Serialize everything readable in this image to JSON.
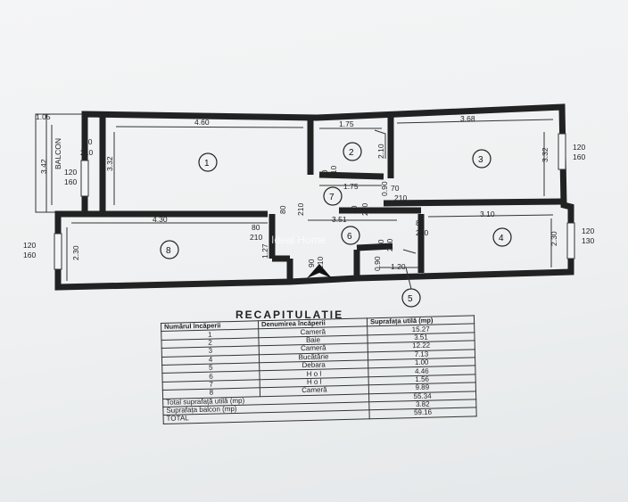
{
  "plan": {
    "balcony_label": "BALCON",
    "rooms": [
      {
        "num": "1"
      },
      {
        "num": "2"
      },
      {
        "num": "3"
      },
      {
        "num": "4"
      },
      {
        "num": "5"
      },
      {
        "num": "6"
      },
      {
        "num": "7"
      },
      {
        "num": "8"
      }
    ],
    "dims": {
      "balcony_width": "1.05",
      "balcony_height": "3.42",
      "room1_width": "4.60",
      "room1_height": "3.32",
      "room2_width": "1.75",
      "room2_width_lower": "1.75",
      "room2_height": "2.10",
      "room3_width": "3.68",
      "room3_height": "3.32",
      "room8_width": "4.30",
      "room8_height": "2.30",
      "hall_width": "3.51",
      "room4_width": "3.10",
      "room4_height": "2.30",
      "room5_width": "1.20",
      "door_70": "70",
      "door_210": "210",
      "door_80": "80",
      "door_90": "90",
      "door_60": "60",
      "door_120": "120",
      "win_160": "160",
      "win_130": "130",
      "wall_090": "0.90",
      "dim_127": "1.27",
      "dim_120": "120"
    },
    "compass": "north-arrow"
  },
  "watermark": "Ideal Home",
  "recap": {
    "title": "RECAPITULATIE",
    "headers": [
      "Numărul încăperii",
      "Denumirea încăperii",
      "Suprafața utilă (mp)"
    ],
    "rows": [
      {
        "n": "1",
        "name": "Cameră",
        "area": "15.27"
      },
      {
        "n": "2",
        "name": "Baie",
        "area": "3.51"
      },
      {
        "n": "3",
        "name": "Cameră",
        "area": "12.22"
      },
      {
        "n": "4",
        "name": "Bucătărie",
        "area": "7.13"
      },
      {
        "n": "5",
        "name": "Debara",
        "area": "1.00"
      },
      {
        "n": "6",
        "name": "H o l",
        "area": "4.46"
      },
      {
        "n": "7",
        "name": "H o l",
        "area": "1.56"
      },
      {
        "n": "8",
        "name": "Cameră",
        "area": "9.89"
      }
    ],
    "totals": [
      {
        "label": "Total suprafață utilă (mp)",
        "value": "55.34"
      },
      {
        "label": "Suprafața balcon (mp)",
        "value": "3.82"
      },
      {
        "label": "TOTAL",
        "value": "59.16"
      }
    ]
  }
}
